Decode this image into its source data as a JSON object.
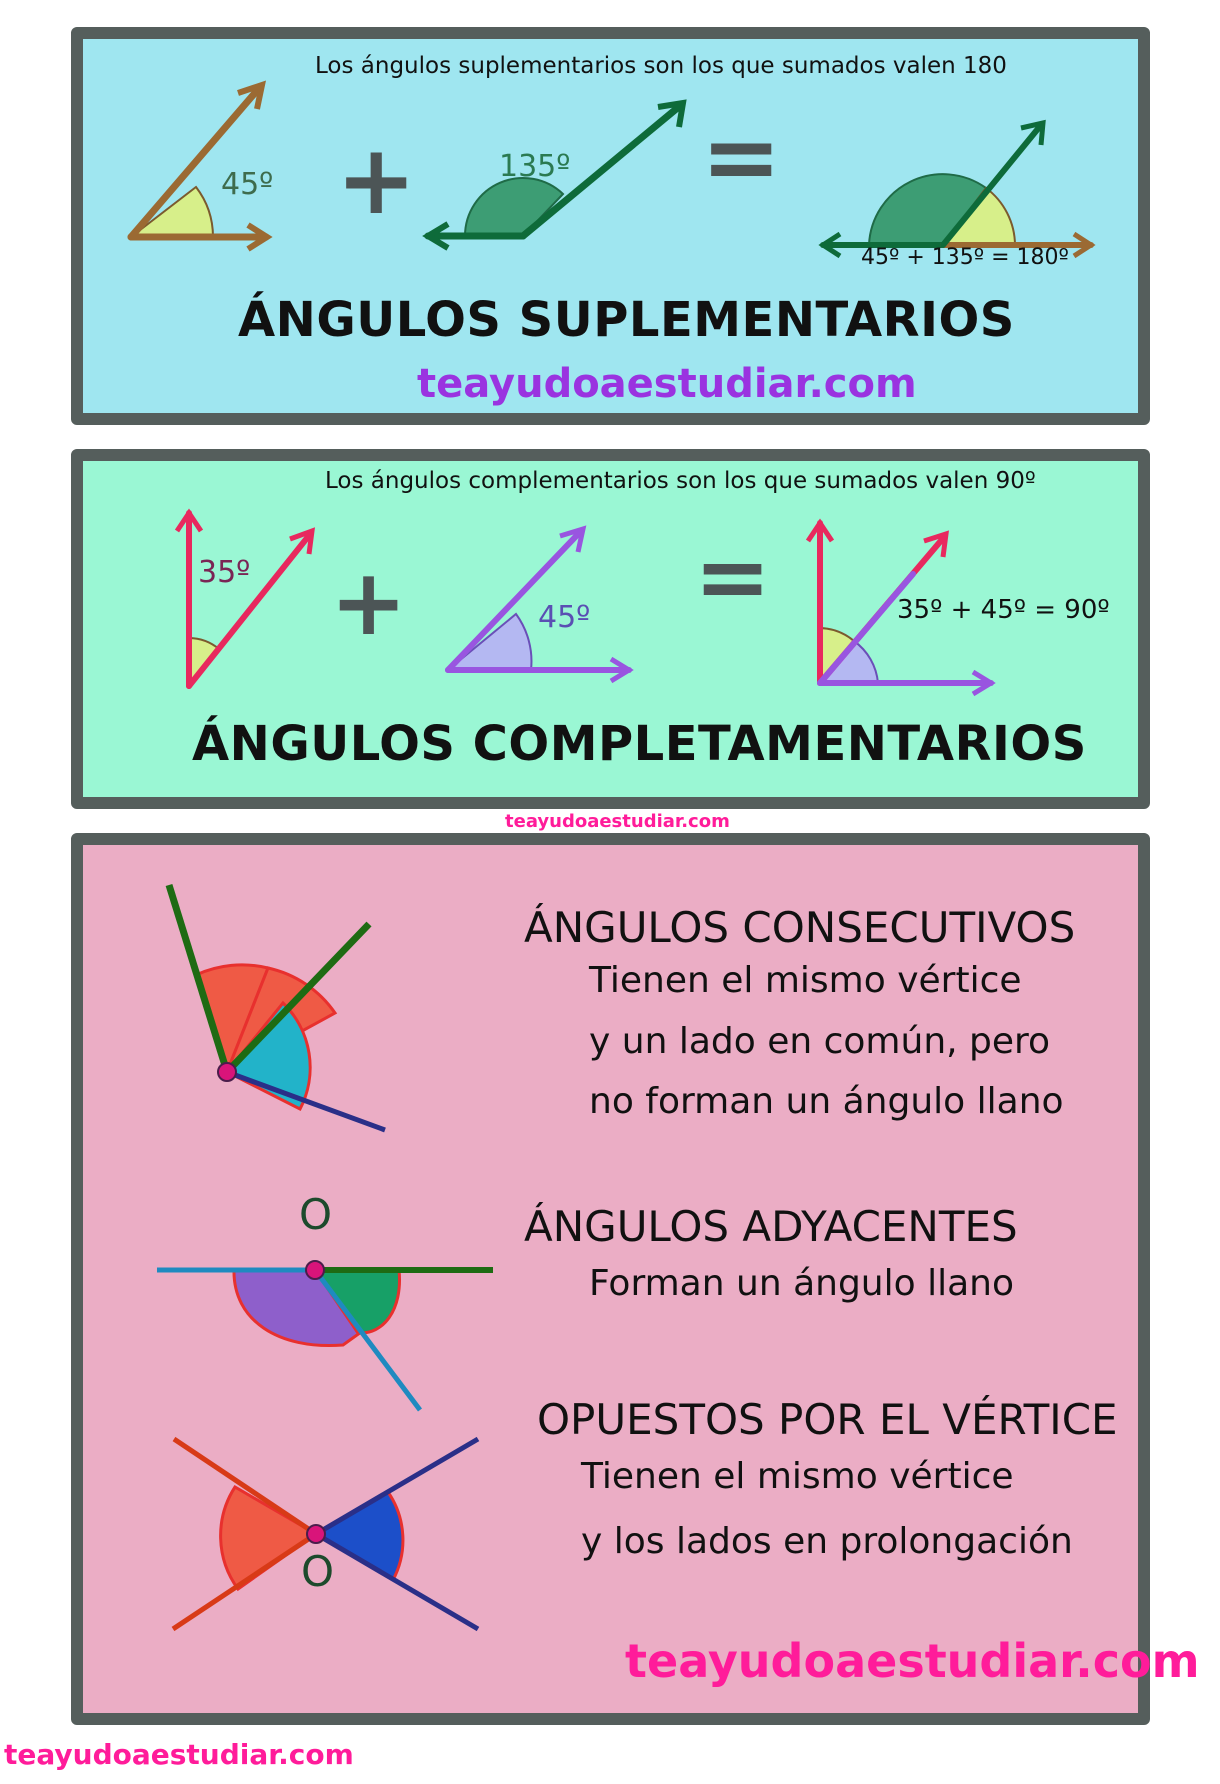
{
  "supplementary": {
    "intro": "Los ángulos suplementarios son los que sumados valen 180",
    "angle_a": "45º",
    "plus": "+",
    "angle_b": "135º",
    "equals": "=",
    "sum": "45º + 135º = 180º",
    "title": "ÁNGULOS SUPLEMENTARIOS",
    "site": "teayudoaestudiar.com"
  },
  "complementary": {
    "intro": "Los ángulos complementarios son los que sumados valen 90º",
    "angle_a": "35º",
    "plus": "+",
    "angle_b": "45º",
    "equals": "=",
    "sum": "35º + 45º = 90º",
    "title": "ÁNGULOS  COMPLETAMENTARIOS"
  },
  "middle_site": "teayudoaestudiar.com",
  "types": {
    "consecutive": {
      "title": "ÁNGULOS  CONSECUTIVOS",
      "lines": [
        "Tienen el mismo vértice",
        "y un lado en común, pero",
        "no forman un ángulo llano"
      ]
    },
    "adjacent": {
      "vertex_label": "O",
      "title": "ÁNGULOS ADYACENTES",
      "lines": [
        "Forman un ángulo llano"
      ]
    },
    "opposite": {
      "vertex_label": "O",
      "title": "OPUESTOS POR EL VÉRTICE",
      "lines": [
        "Tienen el mismo vértice",
        "y los lados en prolongación"
      ]
    },
    "site": "teayudoaestudiar.com"
  },
  "footer_site": "teayudoaestudiar.com",
  "colors": {
    "supp_bg": "#9fe6f0",
    "comp_bg": "#9af7d4",
    "types_bg": "#ebadc5",
    "border": "#555e5c",
    "site_purple": "#9a33e0",
    "site_pink": "#ff1c9a"
  }
}
